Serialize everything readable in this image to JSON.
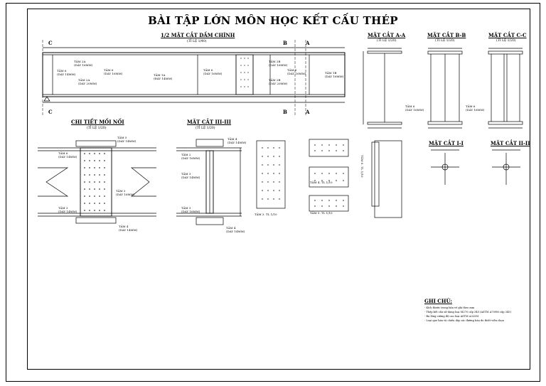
{
  "title": "BÀI TẬP LỚN MÔN HỌC KẾT CẤU THÉP",
  "main_beam": {
    "heading": "1/2 MẶT CẮT DẦM CHÍNH",
    "scale": "(TỈ LỆ 1/40)",
    "markers": [
      "C",
      "B",
      "A"
    ],
    "plates": [
      {
        "name": "TẤM 2A",
        "thk": "(DÀY 16MM)"
      },
      {
        "name": "TẤM 6",
        "thk": "(DÀY 14MM)"
      },
      {
        "name": "TẤM 2A",
        "thk": "(DÀY 20MM)"
      },
      {
        "name": "TẤM 6",
        "thk": "(DÀY 16MM)"
      },
      {
        "name": "TẤM 1A",
        "thk": "(ĐÀY 14MM)"
      },
      {
        "name": "TẤM 6",
        "thk": "(DÀY 16MM)"
      },
      {
        "name": "TẤM 2B",
        "thk": "(DÀY 16MM)"
      },
      {
        "name": "TẤM 2B",
        "thk": "(DÀY 20MM)"
      },
      {
        "name": "TẤM 6",
        "thk": "(DÀY 16MM)"
      },
      {
        "name": "TẤM 1B",
        "thk": "(DÀY 16MM)"
      }
    ]
  },
  "sections": [
    {
      "heading": "MẶT CẮT A-A",
      "scale": "(TỈ LỆ 1/20)"
    },
    {
      "heading": "MẶT CẮT B-B",
      "scale": "(TỈ LỆ 1/20)"
    },
    {
      "heading": "MẶT CẮT C-C",
      "scale": "(TỈ LỆ 1/20)"
    },
    {
      "heading": "MẶT CẮT I-I"
    },
    {
      "heading": "MẶT CẮT II-II"
    }
  ],
  "section_labels": {
    "bb_plate": "TẤM 6",
    "bb_thk": "(DÀY 16MM)",
    "cc_plate": "TẤM 6",
    "cc_thk": "(DÀY 16MM)"
  },
  "splice": {
    "heading": "CHI TIẾT MỐI NỐI",
    "scale": "(TỈ LỆ 1/20)",
    "labels": [
      {
        "name": "TẤM 5",
        "thk": "(DÀY 14MM)"
      },
      {
        "name": "TẤM 6",
        "thk": "(DÀY 14MM)"
      },
      {
        "name": "TẤM 3",
        "thk": "(DÀY 16MM)"
      },
      {
        "name": "TẤM 3",
        "thk": "(DÀY 14MM)"
      },
      {
        "name": "TẤM 4",
        "thk": "(DÀY 14MM)"
      }
    ]
  },
  "section3": {
    "heading": "MẶT CẮT III-III",
    "scale": "(TỈ LỆ 1/20)",
    "labels": [
      {
        "name": "TẤM 4",
        "thk": "(DÀY 14MM)"
      },
      {
        "name": "TẤM 2",
        "thk": "(DÀY 16MM)"
      },
      {
        "name": "TẤM 3",
        "thk": "(DÀY 14MM)"
      },
      {
        "name": "TẤM 3",
        "thk": "(DÀY 16MM)"
      },
      {
        "name": "TẤM 4",
        "thk": "(DÀY 14MM)"
      }
    ]
  },
  "plate_captions": [
    "TẤM 3. TL 1/10",
    "TẤM 4. TL 1/10",
    "TẤM 5. TL 1/10",
    "TẤM 6. TL 1/10"
  ],
  "notes": {
    "heading": "GHI CHÚ:",
    "lines": [
      "- Kích thước trong bản vẽ ghi theo mm",
      "- Thép kết cấu sử dụng loại M270 cấp 345 (ASTM A709M cấp 345)",
      "- Bu lông cường độ cao loại ASTM A325M",
      "- Loại que hàn và chiều dày các đường hàn do thiết viên chọn"
    ]
  }
}
